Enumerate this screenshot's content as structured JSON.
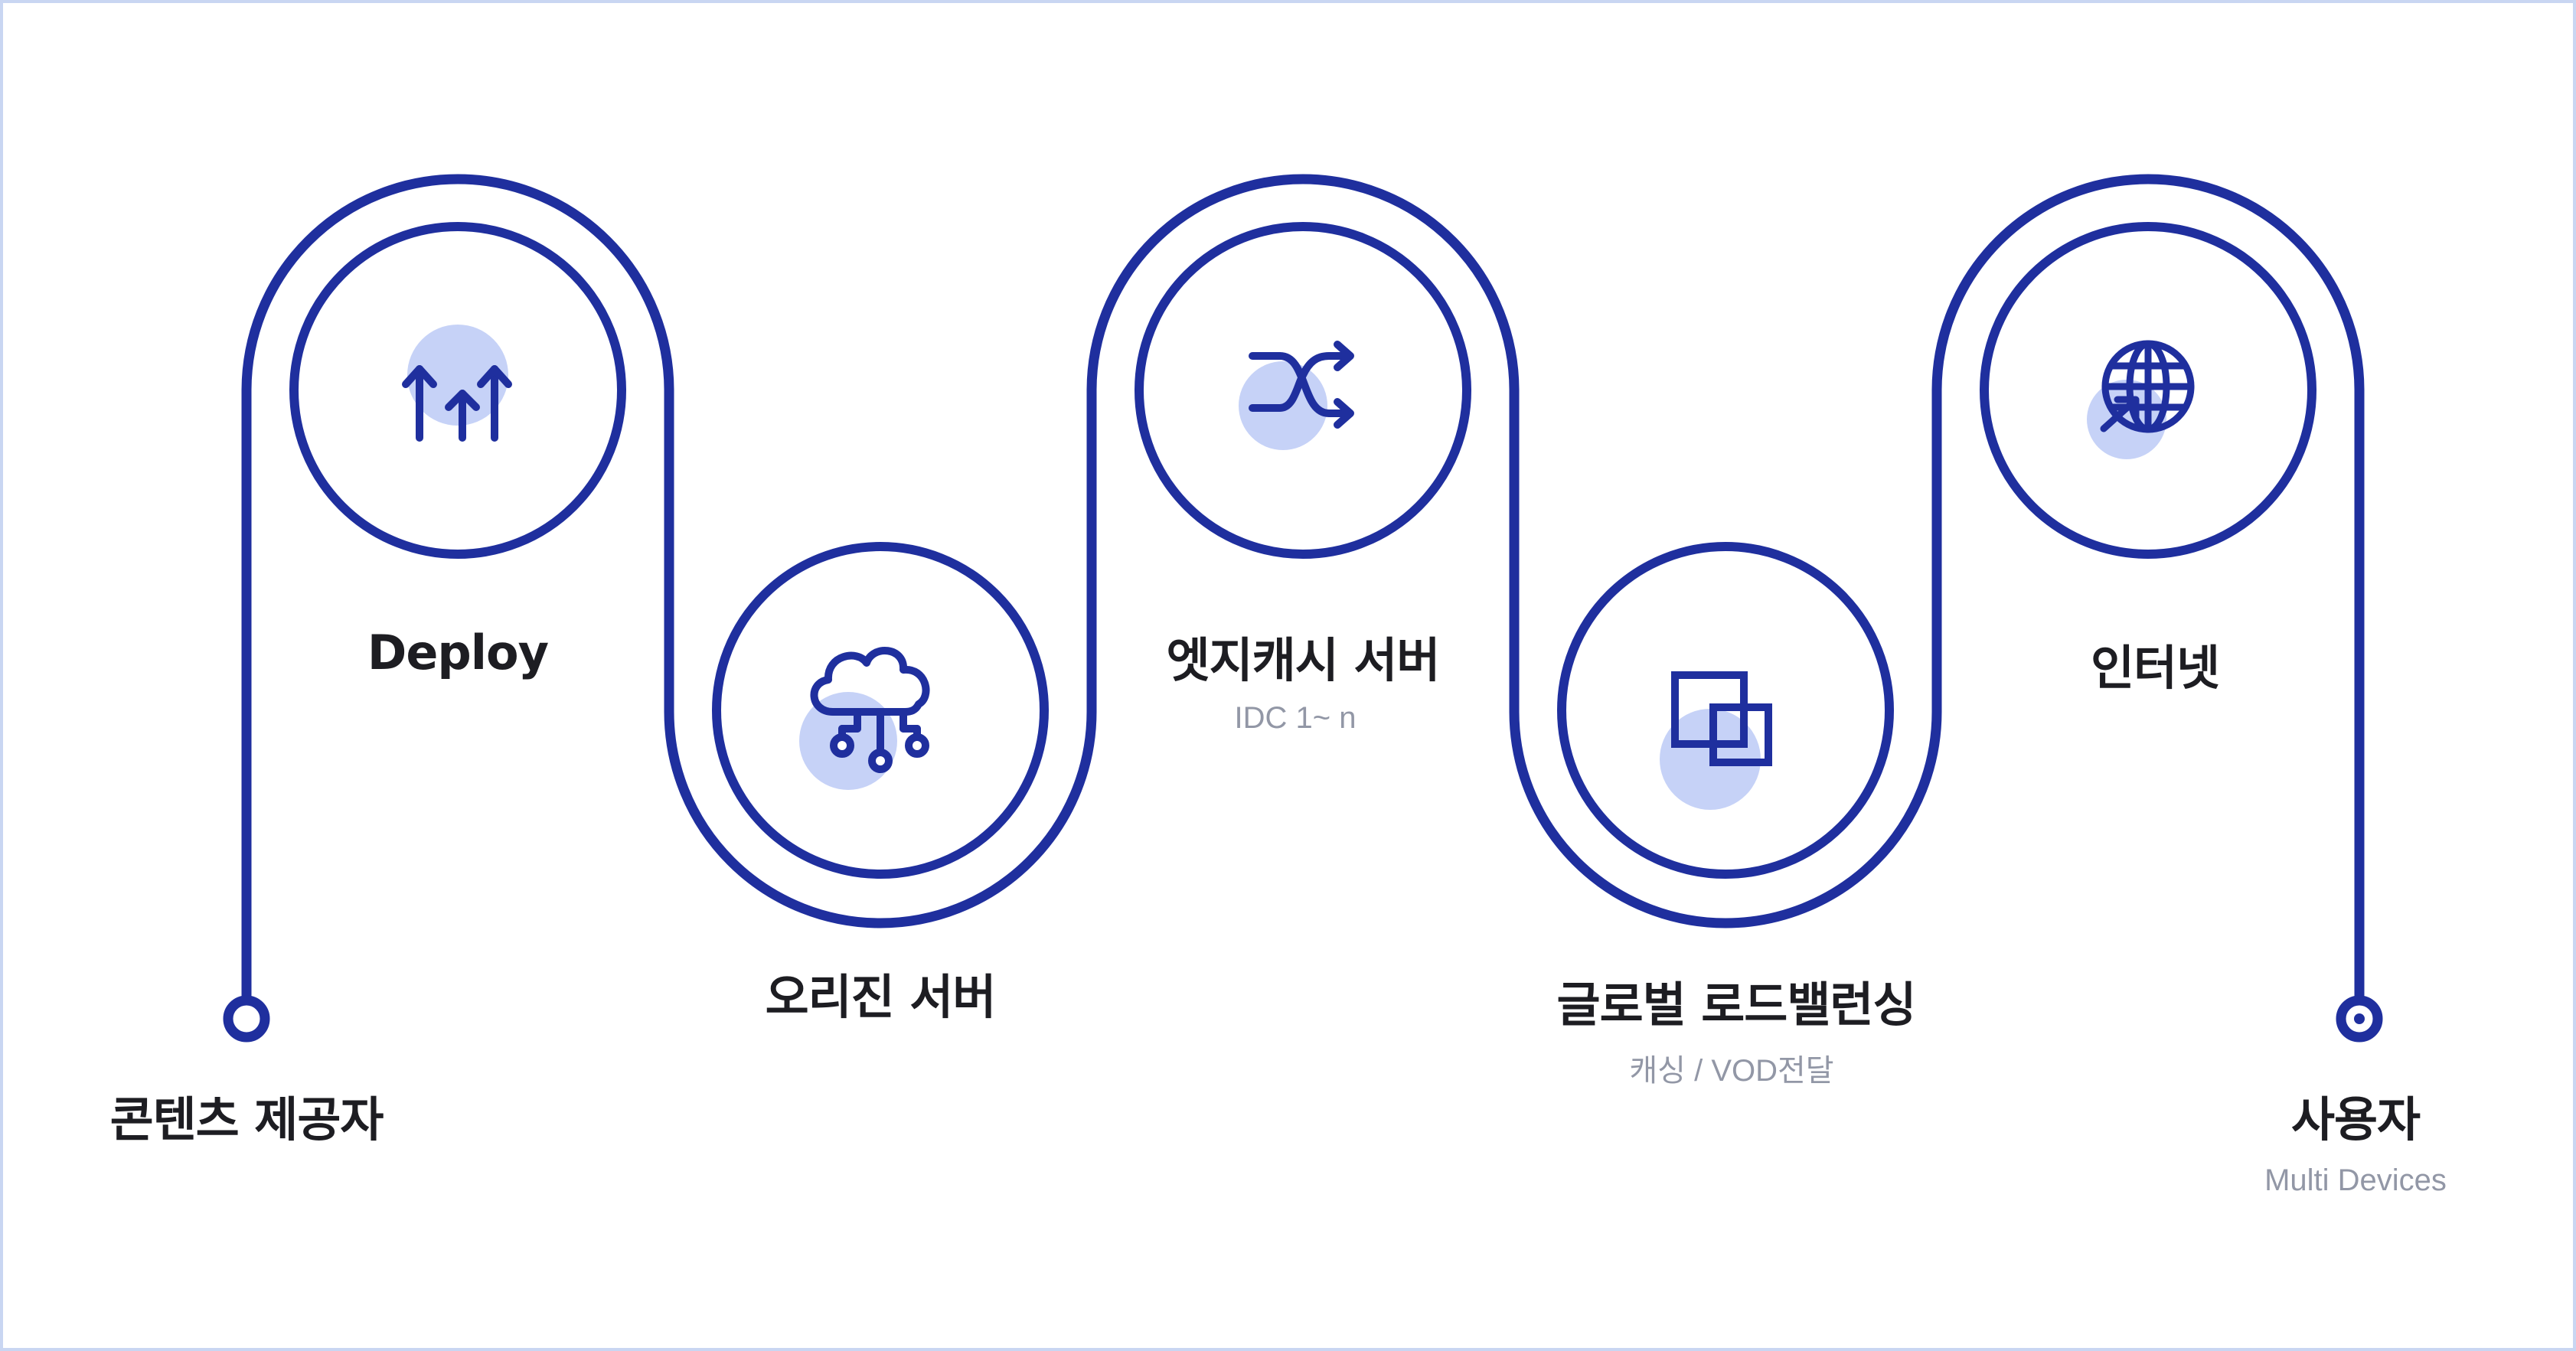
{
  "colors": {
    "line": "#1f2f9e",
    "accent_bubble": "#c6d2f7",
    "background": "#ffffff",
    "frame_border": "#c9d6f2",
    "title_text": "#1d1d22",
    "sub_text": "#9297a6"
  },
  "nodes": [
    {
      "id": "content-provider",
      "title": "콘텐츠 제공자",
      "subtitle": ""
    },
    {
      "id": "deploy",
      "title": "Deploy",
      "subtitle": "",
      "icon": "upload-arrows-icon"
    },
    {
      "id": "origin-server",
      "title": "오리진 서버",
      "subtitle": "",
      "icon": "cloud-network-icon"
    },
    {
      "id": "edge-cache-server",
      "title": "엣지캐시 서버",
      "subtitle": "IDC 1~ n",
      "icon": "shuffle-arrows-icon"
    },
    {
      "id": "global-load-balancing",
      "title": "글로벌 로드밸런싱",
      "subtitle": "캐싱 / VOD전달",
      "icon": "overlapping-squares-icon"
    },
    {
      "id": "internet",
      "title": "인터넷",
      "subtitle": "",
      "icon": "globe-arrow-icon"
    },
    {
      "id": "user",
      "title": "사용자",
      "subtitle": "Multi Devices"
    }
  ]
}
